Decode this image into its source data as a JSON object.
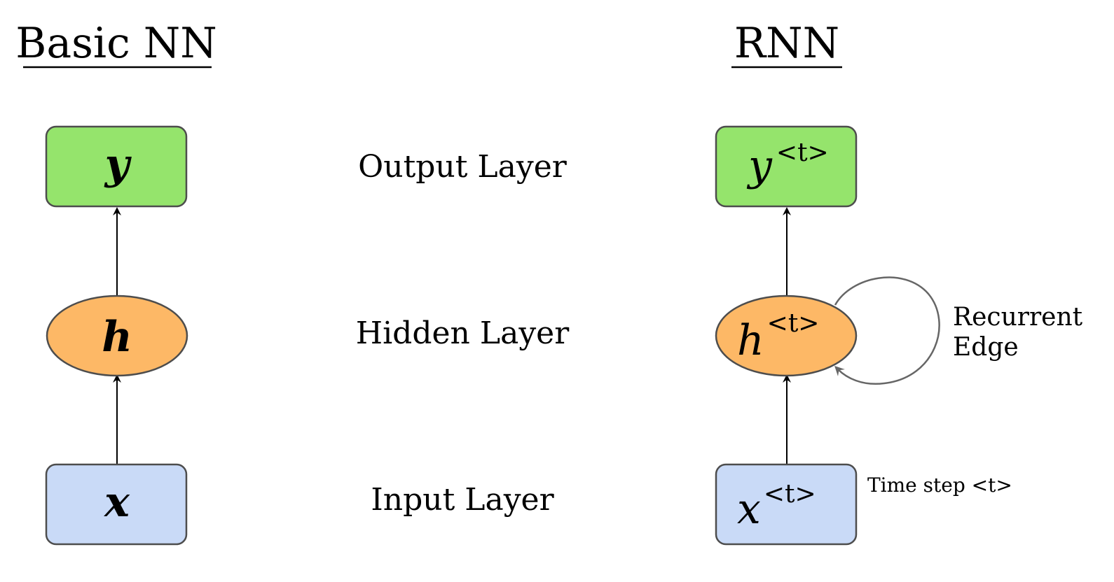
{
  "titles": {
    "left": "Basic NN",
    "right": "RNN"
  },
  "layers": {
    "output": "Output Layer",
    "hidden": "Hidden Layer",
    "input": "Input Layer"
  },
  "basic_nodes": {
    "output": "y",
    "hidden": "h",
    "input": "x"
  },
  "rnn_nodes": {
    "output_base": "y",
    "output_sup": "<t>",
    "hidden_base": "h",
    "hidden_sup": "<t>",
    "input_base": "x",
    "input_sup": "<t>"
  },
  "annotations": {
    "recurrent_line1": "Recurrent",
    "recurrent_line2": "Edge",
    "time_step": "Time step <t>"
  },
  "colors": {
    "output_fill": "#95e46c",
    "hidden_fill": "#fdb866",
    "input_fill": "#c9daf7",
    "node_stroke": "#4d4d4d",
    "loop_stroke": "#666666"
  }
}
